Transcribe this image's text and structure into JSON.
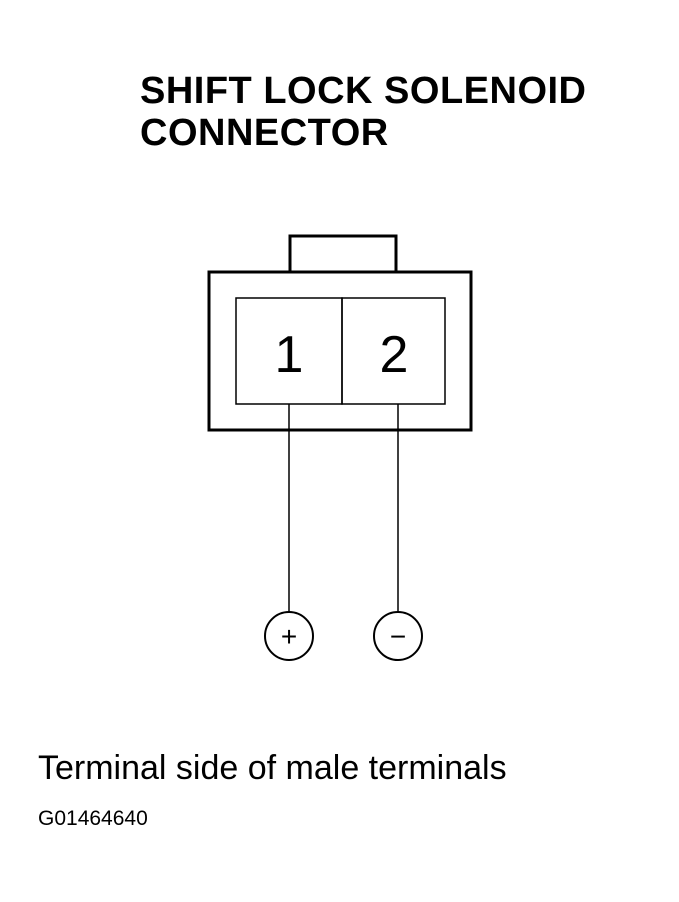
{
  "title": {
    "line1": "SHIFT LOCK SOLENOID",
    "line2": "CONNECTOR"
  },
  "connector": {
    "terminals": [
      {
        "number": "1",
        "polarity": "+"
      },
      {
        "number": "2",
        "polarity": "−"
      }
    ]
  },
  "caption": "Terminal side of male terminals",
  "figure_id": "G01464640",
  "colors": {
    "ink": "#000000",
    "background": "#ffffff"
  }
}
